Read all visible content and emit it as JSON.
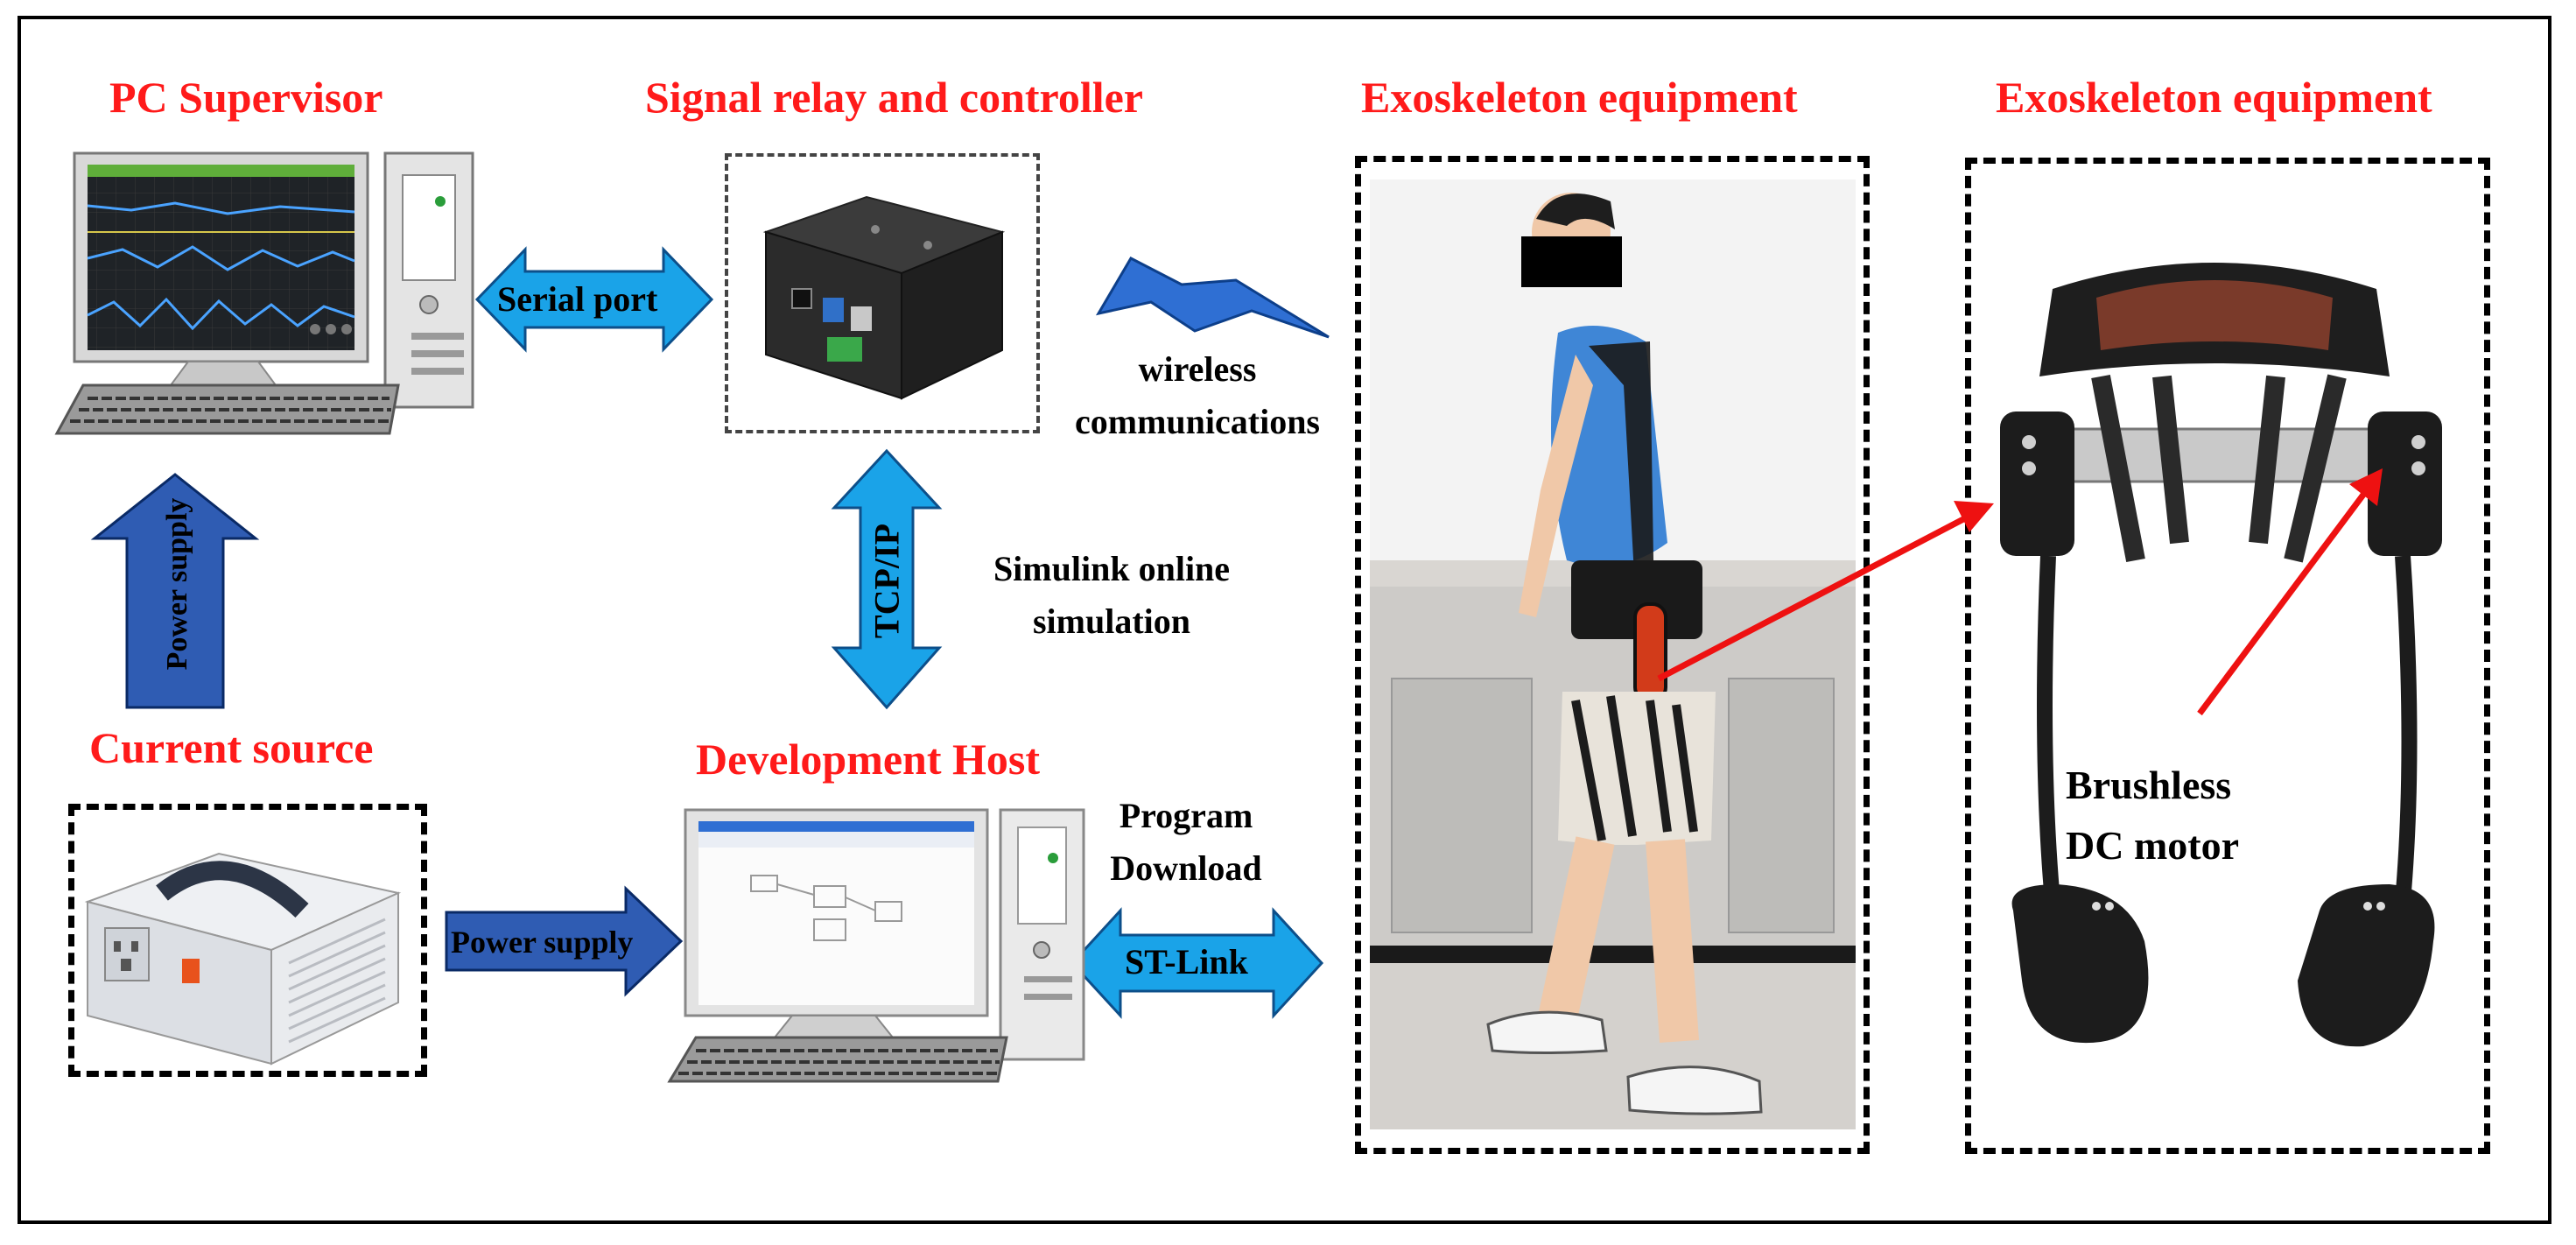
{
  "titles": {
    "pc_supervisor": "PC Supervisor",
    "signal_relay": "Signal relay and controller",
    "exoskeleton_1": "Exoskeleton equipment",
    "exoskeleton_2": "Exoskeleton equipment",
    "current_source": "Current source",
    "development_host": "Development Host"
  },
  "connections": {
    "serial_port": "Serial port",
    "power_supply_vertical": "Power supply",
    "tcp_ip": "TCP/IP",
    "power_supply_horizontal": "Power supply",
    "st_link": "ST-Link"
  },
  "annotations": {
    "wireless_line1": "wireless",
    "wireless_line2": "communications",
    "simulink_line1": "Simulink online",
    "simulink_line2": "simulation",
    "program_line1": "Program",
    "program_line2": "Download",
    "motor_line1": "Brushless",
    "motor_line2": "DC motor"
  },
  "colors": {
    "title_red": "#ff1a1a",
    "arrow_light_blue": "#1aa3e8",
    "arrow_dark_blue": "#2f5cb3",
    "pointer_red": "#ee1111"
  },
  "icons": [
    "desktop-computer-icon",
    "controller-box-icon",
    "lightning-bolt-icon",
    "voltage-regulator-icon",
    "person-walking-icon",
    "exoskeleton-device-icon"
  ]
}
